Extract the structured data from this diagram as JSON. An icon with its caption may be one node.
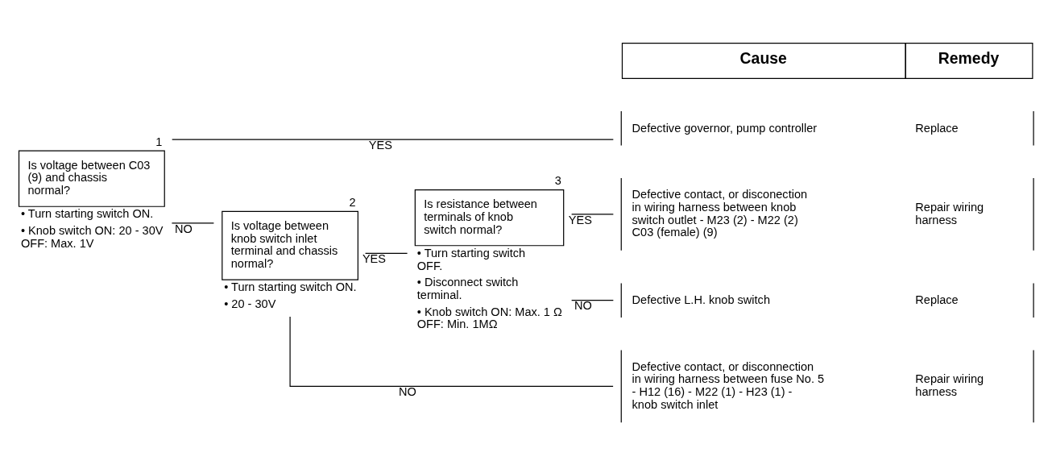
{
  "diagram": {
    "nodes": [
      {
        "text": [
          "Is voltage between C03 (9) and chassis normal?"
        ],
        "beside": [
          "1",
          "• Turn starting switch ON.",
          "• Knob switch ON: 20 - 30V OFF: Max. 1V"
        ]
      },
      {
        "text": [
          "Is voltage between knob switch inlet terminal and chassis normal?"
        ],
        "beside": [
          "2",
          "• Turn starting switch ON.",
          "• 20 - 30V"
        ]
      },
      {
        "text": [
          "Is resistance between terminals of knob switch normal?"
        ],
        "beside": [
          "3",
          "• Turn starting switch OFF.",
          "• Disconnect switch terminal.",
          "• Knob switch ON: Max. 1 Ω  OFF: Min. 1MΩ"
        ]
      },
      {
        "text": [
          "Defective governor, pump controller",
          "Replace"
        ]
      },
      {
        "text": [
          "Defective contact, or disconection in wiring harness between knob switch outlet - M23 (2) - M22 (2) C03 (female) (9)",
          "Repair wiring harness"
        ]
      },
      {
        "text": [
          "Defective L.H. knob switch",
          "Replace"
        ]
      },
      {
        "text": [
          "Defective contact, or disconnection in wiring harness between fuse No. 5 - H12 (16) - M22 (1) - H23 (1) - knob switch inlet",
          "Repair wiring harness"
        ]
      }
    ],
    "edges": [
      {
        "from": 0,
        "to": 3,
        "arrow": "none",
        "label": "YES"
      },
      {
        "from": 0,
        "to": 1,
        "arrow": "none",
        "label": "NO"
      },
      {
        "from": 1,
        "to": 2,
        "arrow": "none",
        "label": "YES"
      },
      {
        "from": 1,
        "to": 6,
        "arrow": "none",
        "label": "NO"
      },
      {
        "from": 2,
        "to": 4,
        "arrow": "none",
        "label": "YES"
      },
      {
        "from": 2,
        "to": 5,
        "arrow": "none",
        "label": "NO"
      }
    ],
    "labels": [
      "Cause",
      "Remedy"
    ]
  }
}
